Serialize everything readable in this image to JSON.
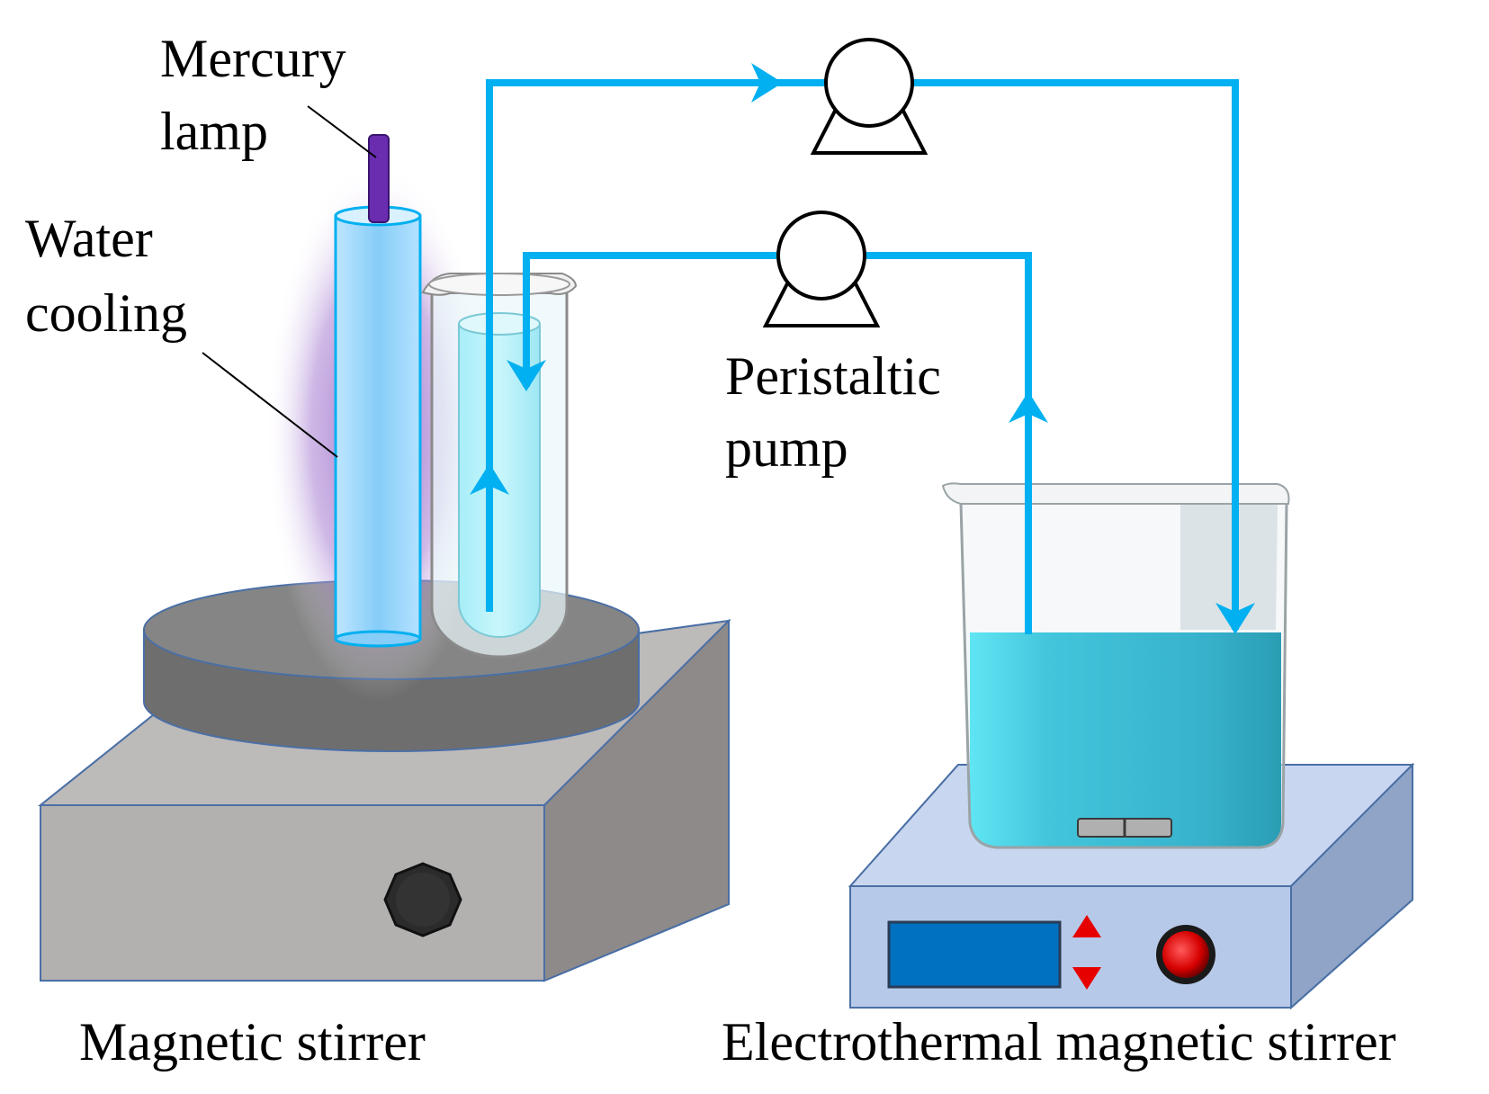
{
  "labels": {
    "mercury_lamp": [
      "Mercury",
      "lamp"
    ],
    "water_cooling": [
      "Water",
      "cooling"
    ],
    "peristaltic_pump": [
      "Peristaltic",
      "pump"
    ],
    "magnetic_stirrer": "Magnetic stirrer",
    "electrothermal_magnetic_stirrer": "Electrothermal magnetic stirrer"
  },
  "colors": {
    "tubing": "#00b0f0",
    "uv_glow": "#8e4fc0",
    "lamp_rod": "#6a2db0",
    "cooling_jacket": "#8fd3fb",
    "solution": "#3bbfd6",
    "stirrer_gray": "#a9a6a6",
    "stirrer_plate_blue": "#b9cbe8",
    "display_blue": "#0070c0",
    "indicator_red": "#e60000"
  },
  "icons": [
    "pump-icon",
    "knob-icon",
    "arrow-up-icon",
    "arrow-down-icon",
    "power-button-icon",
    "stir-bar-icon"
  ]
}
